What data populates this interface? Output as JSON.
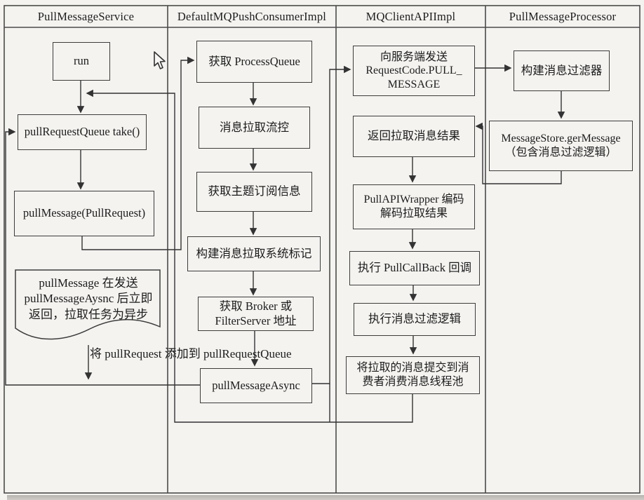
{
  "lanes": [
    {
      "label": "PullMessageService"
    },
    {
      "label": "DefaultMQPushConsumerImpl"
    },
    {
      "label": "MQClientAPIImpl"
    },
    {
      "label": "PullMessageProcessor"
    }
  ],
  "nodes": {
    "run": "run",
    "take": "pullRequestQueue take()",
    "pull_message": "pullMessage(PullRequest)",
    "get_process_queue": "获取 ProcessQueue",
    "flow_control": "消息拉取流控",
    "get_subscription": "获取主题订阅信息",
    "build_sysflag": "构建消息拉取系统标记",
    "get_broker": "获取 Broker 或\nFilterServer 地址",
    "pull_message_async": "pullMessageAsync",
    "send_request": "向服务端发送\nRequestCode.PULL_\nMESSAGE",
    "return_result": "返回拉取消息结果",
    "wrapper_decode": "PullAPIWrapper 编码\n解码拉取结果",
    "exec_callback": "执行 PullCallBack 回调",
    "exec_filter": "执行消息过滤逻辑",
    "submit_pool": "将拉取的消息提交到消\n费者消费消息线程池",
    "build_filter": "构建消息过滤器",
    "message_store": "MessageStore.gerMessage\n（包含消息过滤逻辑）"
  },
  "annotations": {
    "async_note": "pullMessage 在发送\npullMessageAysnc 后立即\n返回，拉取任务为异步",
    "add_to_queue_label": "将 pullRequest 添加到 pullRequestQueue"
  },
  "colors": {
    "line": "#3a3a3a",
    "paper": "#f4f3f0",
    "text": "#1c1c1c"
  }
}
